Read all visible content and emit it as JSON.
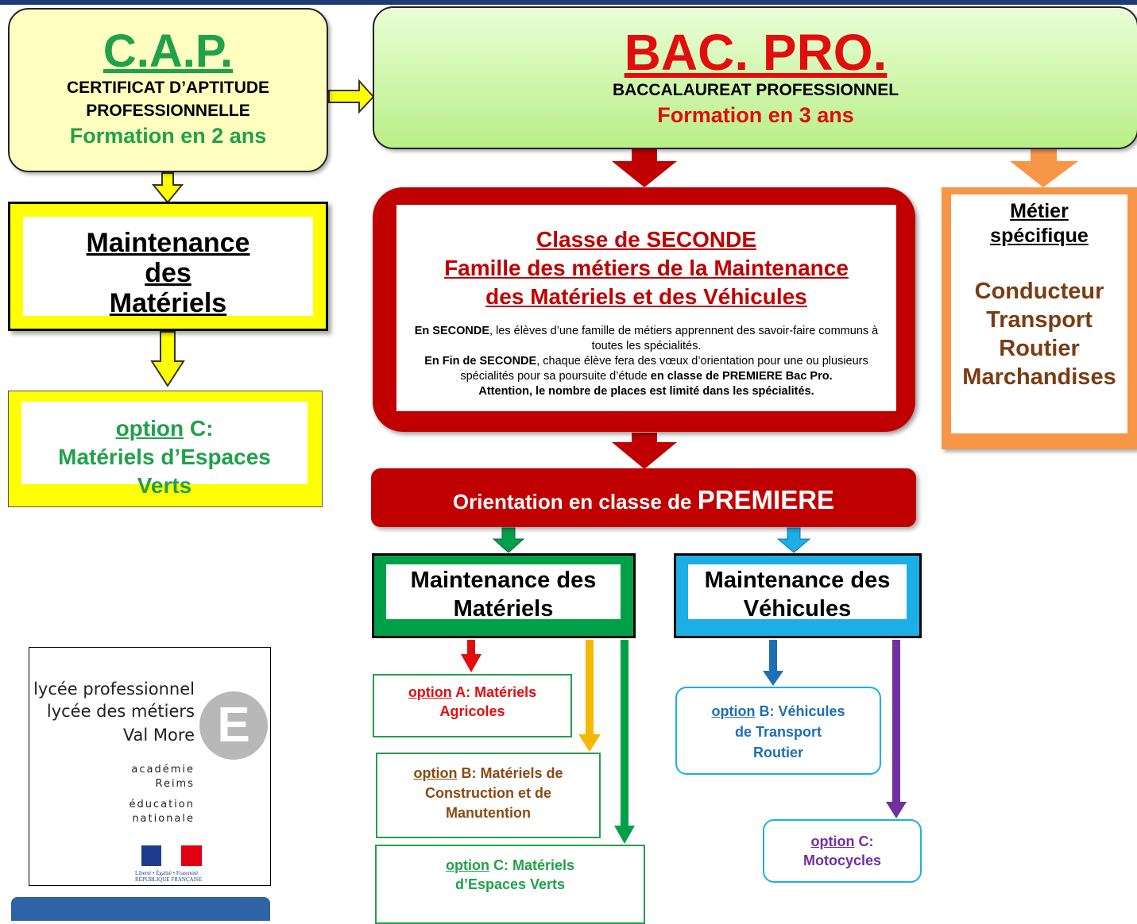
{
  "cap": {
    "title": "C.A.P.",
    "subtitle_line1": "CERTIFICAT D’APTITUDE",
    "subtitle_line2": "PROFESSIONNELLE",
    "duration": "Formation en 2 ans",
    "specialty": {
      "line1": "Maintenance",
      "line2": "des",
      "line3": "Matériels"
    },
    "option": {
      "prefix": "option",
      "code": " C:",
      "line2": "Matériels d’Espaces",
      "line3": "Verts"
    }
  },
  "bac": {
    "title": "BAC. PRO.",
    "subtitle": "BACCALAUREAT PROFESSIONNEL",
    "duration": "Formation en 3 ans"
  },
  "seconde": {
    "title_line1": "Classe de SECONDE",
    "title_line2": "Famille des métiers de la Maintenance",
    "title_line3": "des Matériels et des Véhicules",
    "p1_bold": "En SECONDE",
    "p1_rest": ", les élèves d’une famille de métiers apprennent des savoir-faire communs à toutes les spécialités.",
    "p2_bold": "En Fin de SECONDE",
    "p2_rest": ", chaque élève fera des vœux d’orientation pour une ou plusieurs spécialités pour sa poursuite d’étude ",
    "p2_bold2": "en classe de PREMIERE Bac Pro.",
    "p3": "Attention, le nombre de places est limité dans les spécialités."
  },
  "metier": {
    "title_line1": "Métier",
    "title_line2": "spécifique",
    "job_line1": "Conducteur",
    "job_line2": "Transport",
    "job_line3": "Routier",
    "job_line4": "Marchandises"
  },
  "orientation": {
    "text_a": "Orientation en classe de ",
    "text_b": "PREMIERE"
  },
  "premiere": {
    "materiels": {
      "line1": "Maintenance des",
      "line2": "Matériels"
    },
    "vehicules": {
      "line1": "Maintenance des",
      "line2": "Véhicules"
    }
  },
  "options": {
    "mat_a": {
      "prefix": "option",
      "rest1": " A: Matériels",
      "rest2": "Agricoles"
    },
    "mat_b": {
      "prefix": "option",
      "rest1": " B: Matériels de",
      "rest2": "Construction et de",
      "rest3": "Manutention"
    },
    "mat_c": {
      "prefix": "option",
      "rest1": " C: Matériels",
      "rest2": "d’Espaces Verts"
    },
    "veh_b": {
      "prefix": "option",
      "rest1": " B: Véhicules",
      "rest2": "de Transport",
      "rest3": "Routier"
    },
    "veh_c": {
      "prefix": "option",
      "rest1": " C:",
      "rest2": "Motocycles"
    }
  },
  "logo": {
    "line1": "lycée professionnel",
    "line2": "lycée des métiers",
    "line3": "Val More",
    "line4": "académie",
    "line5": "Reims",
    "line6": "éducation",
    "line7": "nationale",
    "motto": "Liberté • Égalité • Fraternité",
    "republic": "RÉPUBLIQUE FRANÇAISE",
    "e_letter": "E"
  },
  "colors": {
    "green": "#21a14a",
    "red": "#c00000",
    "bright_red": "#e20d0d",
    "yellow": "#ffff00",
    "orange": "#f79646",
    "blue": "#1daee6",
    "dark_blue": "#1f6fb5",
    "purple": "#7030a0",
    "brown": "#7a3c12"
  }
}
